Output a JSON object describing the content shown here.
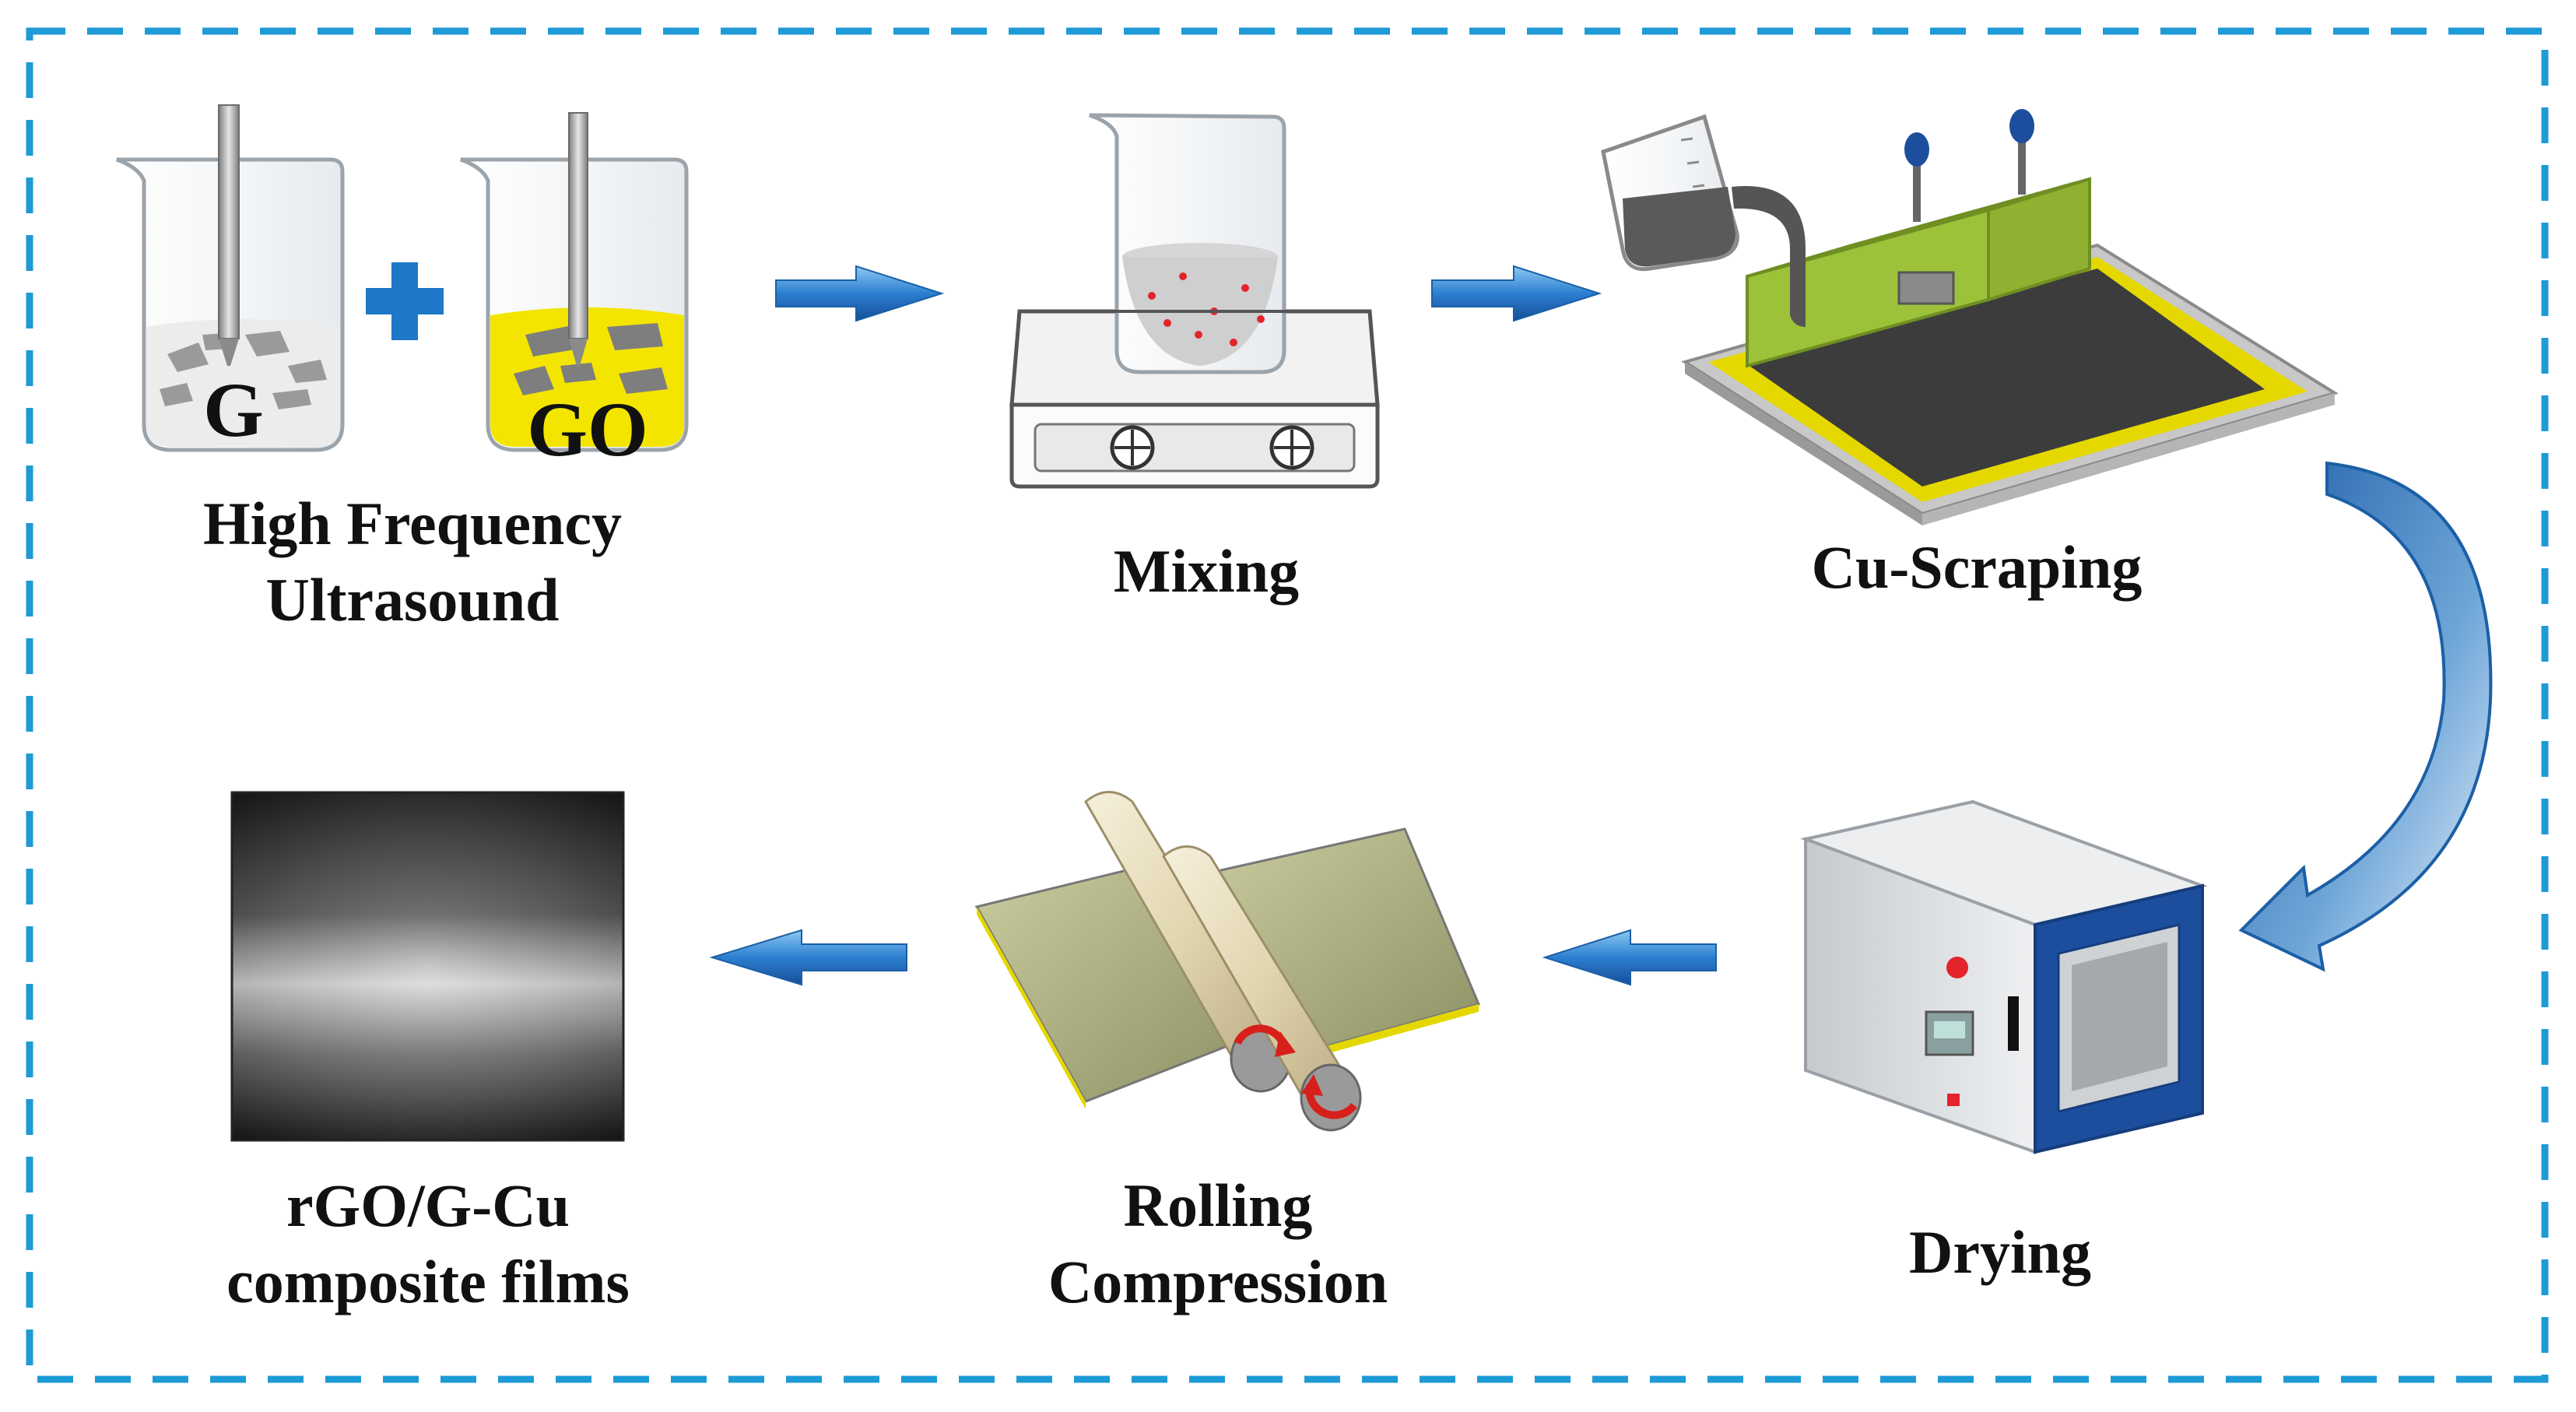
{
  "colors": {
    "frame_dash": "#1e9ad6",
    "arrow_blue": "#1f6fc2",
    "go_yellow": "#f3e500",
    "scraper_green": "#9cc23a",
    "scraper_base_yellow": "#e4d800",
    "oven_blue": "#1d4e9e",
    "oven_grey": "#d7d9dc",
    "roller_cream": "#efe6cc",
    "sheet_olive": "#a9ac7d",
    "mark_red": "#d7201b"
  },
  "steps": {
    "ultrasound": {
      "beaker_g_letter": "G",
      "beaker_go_letter": "GO",
      "label_line1": "High Frequency",
      "label_line2": "Ultrasound"
    },
    "mixing": {
      "label": "Mixing"
    },
    "scraping": {
      "label": "Cu-Scraping"
    },
    "drying": {
      "label": "Drying"
    },
    "rolling": {
      "label_line1": "Rolling",
      "label_line2": "Compression"
    },
    "result": {
      "label_line1": "rGO/G-Cu",
      "label_line2": "composite films"
    }
  }
}
